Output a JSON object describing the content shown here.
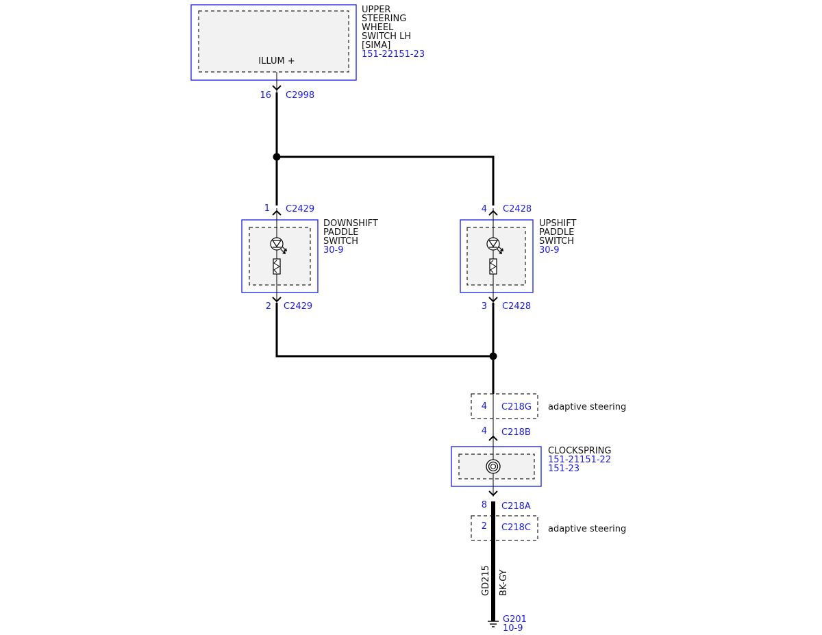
{
  "components": {
    "upper_switch": {
      "name_lines": [
        "UPPER",
        "STEERING",
        "WHEEL",
        "SWITCH LH",
        "[SIMA]"
      ],
      "ref": "151-22151-23",
      "pin_label": "ILLUM +"
    },
    "downshift": {
      "name_lines": [
        "DOWNSHIFT",
        "PADDLE",
        "SWITCH"
      ],
      "ref": "30-9"
    },
    "upshift": {
      "name_lines": [
        "UPSHIFT",
        "PADDLE",
        "SWITCH"
      ],
      "ref": "30-9"
    },
    "clockspring": {
      "name": "CLOCKSPRING",
      "ref_lines": [
        "151-21151-22",
        "151-23"
      ]
    }
  },
  "connectors": {
    "c2998": {
      "pin": "16",
      "name": "C2998"
    },
    "c2429_top": {
      "pin": "1",
      "name": "C2429"
    },
    "c2429_bot": {
      "pin": "2",
      "name": "C2429"
    },
    "c2428_top": {
      "pin": "4",
      "name": "C2428"
    },
    "c2428_bot": {
      "pin": "3",
      "name": "C2428"
    },
    "c218g": {
      "pin": "4",
      "name": "C218G",
      "note": "adaptive steering"
    },
    "c218b": {
      "pin": "4",
      "name": "C218B"
    },
    "c218a": {
      "pin": "8",
      "name": "C218A"
    },
    "c218c": {
      "pin": "2",
      "name": "C218C",
      "note": "adaptive steering"
    }
  },
  "wire": {
    "circuit": "GD215",
    "color": "BK-GY"
  },
  "ground": {
    "name": "G201",
    "ref": "10-9"
  },
  "colors": {
    "reference_blue": "#1a1ae6",
    "wire": "#000000"
  }
}
